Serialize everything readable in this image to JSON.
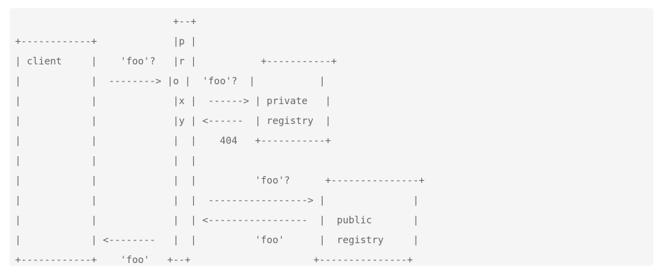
{
  "diagram": {
    "lines": [
      "                           +--+",
      "+------------+             |p |",
      "| client     |    'foo'?   |r |           +-----------+",
      "|            |  --------> |o |  'foo'?  |           |",
      "|            |             |x |  ------> | private   |",
      "|            |             |y | <------  | registry  |",
      "|            |             |  |    404   +-----------+",
      "|            |             |  |",
      "|            |             |  |          'foo'?      +---------------+",
      "|            |             |  |  -----------------> |               |",
      "|            |             |  | <-----------------  |  public       |",
      "|            | <--------   |  |          'foo'      |  registry     |",
      "+------------+    'foo'   +--+                     +---------------+"
    ]
  }
}
